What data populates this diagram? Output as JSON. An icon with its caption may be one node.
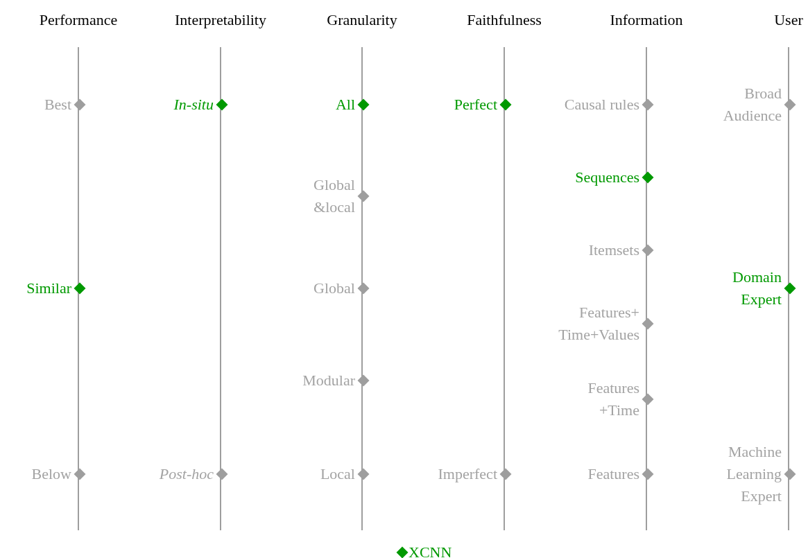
{
  "diagram": {
    "nodes": [
      {
        "text": [
          "Performance"
        ]
      },
      {
        "text": [
          "Best"
        ]
      },
      {
        "text": [
          "Similar"
        ]
      },
      {
        "text": [
          "Below"
        ]
      },
      {
        "text": [
          "Interpretability"
        ]
      },
      {
        "text": [
          "In-situ"
        ]
      },
      {
        "text": [
          "Post-hoc"
        ]
      },
      {
        "text": [
          "Granularity"
        ]
      },
      {
        "text": [
          "All"
        ]
      },
      {
        "text": [
          "Global &local"
        ]
      },
      {
        "text": [
          "Global"
        ]
      },
      {
        "text": [
          "Modular"
        ]
      },
      {
        "text": [
          "Local"
        ]
      },
      {
        "text": [
          "Faithfulness"
        ]
      },
      {
        "text": [
          "Perfect"
        ]
      },
      {
        "text": [
          "Imperfect"
        ]
      },
      {
        "text": [
          "Information"
        ]
      },
      {
        "text": [
          "Causal rules"
        ]
      },
      {
        "text": [
          "Sequences"
        ]
      },
      {
        "text": [
          "Itemsets"
        ]
      },
      {
        "text": [
          "Features+ Time+Values"
        ]
      },
      {
        "text": [
          "Features +Time"
        ]
      },
      {
        "text": [
          "Features"
        ]
      },
      {
        "text": [
          "User"
        ]
      },
      {
        "text": [
          "Broad Audience"
        ]
      },
      {
        "text": [
          "Domain Expert"
        ]
      },
      {
        "text": [
          "Machine Learning Expert"
        ]
      }
    ],
    "legend": [
      {
        "text": "XCNN",
        "color": "#009900"
      }
    ]
  }
}
